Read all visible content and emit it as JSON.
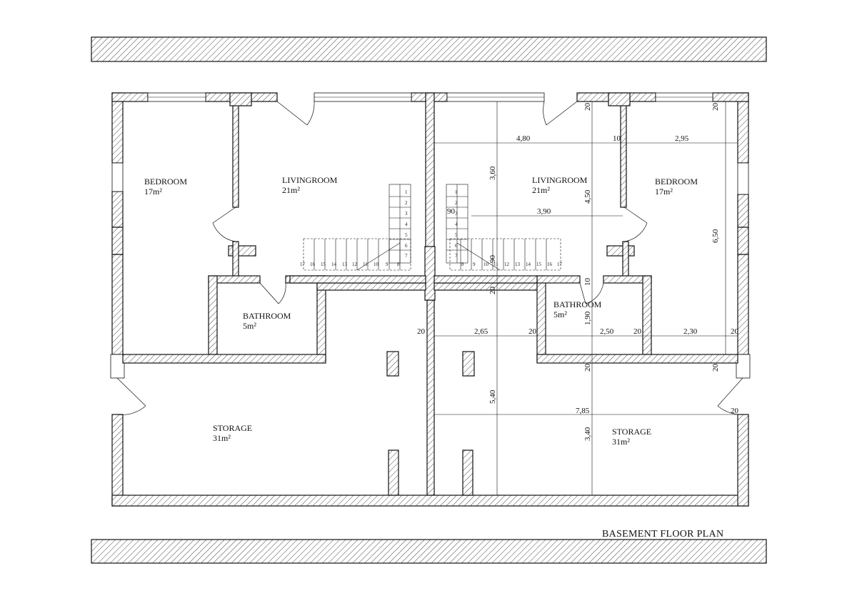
{
  "title": "BASEMENT FLOOR PLAN",
  "rooms": [
    {
      "name": "BEDROOM",
      "area": "17m²"
    },
    {
      "name": "LIVINGROOM",
      "area": "21m²"
    },
    {
      "name": "BATHROOM",
      "area": "5m²"
    },
    {
      "name": "STORAGE",
      "area": "31m²"
    },
    {
      "name": "LIVINGROOM",
      "area": "21m²"
    },
    {
      "name": "BEDROOM",
      "area": "17m²"
    },
    {
      "name": "BATHROOM",
      "area": "5m²"
    },
    {
      "name": "STORAGE",
      "area": "31m²"
    }
  ],
  "dimensions": [
    "4,80",
    "10",
    "2,95",
    "3,60",
    "4,50",
    "90",
    "3,90",
    "6,50",
    "90",
    "20",
    "10",
    "1,90",
    "20",
    "2,65",
    "20",
    "2,50",
    "20",
    "2,30",
    "20",
    "20",
    "20",
    "5,40",
    "7,85",
    "20",
    "3,40",
    "20",
    "20"
  ],
  "stairs_left_up": [
    "1",
    "2",
    "3",
    "4",
    "5",
    "6",
    "7"
  ],
  "stairs_right_up": [
    "1",
    "2",
    "3",
    "4",
    "5",
    "6",
    "7"
  ],
  "stairs_left_bottom": [
    "17",
    "16",
    "15",
    "14",
    "13",
    "12",
    "11",
    "10",
    "9",
    "8"
  ],
  "stairs_right_bottom": [
    "8",
    "9",
    "10",
    "11",
    "12",
    "13",
    "14",
    "15",
    "16",
    "17"
  ]
}
